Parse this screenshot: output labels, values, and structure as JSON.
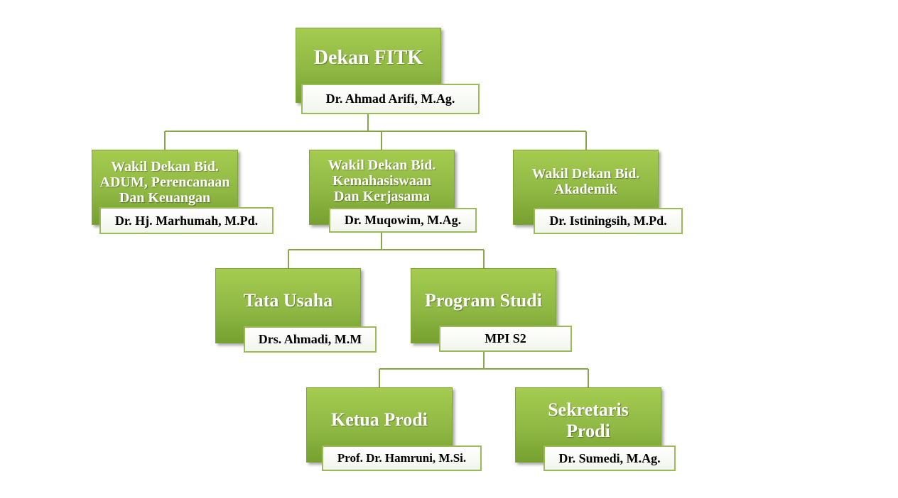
{
  "dekan": {
    "title": "Dekan FITK",
    "name": "Dr. Ahmad Arifi, M.Ag."
  },
  "wakil_adum": {
    "title_lines": [
      "Wakil Dekan Bid.",
      "ADUM, Perencanaan",
      "Dan Keuangan"
    ],
    "name": "Dr. Hj. Marhumah, M.Pd."
  },
  "wakil_kemahasiswaan": {
    "title_lines": [
      "Wakil Dekan Bid.",
      "Kemahasiswaan",
      "Dan Kerjasama"
    ],
    "name": "Dr.  Muqowim, M.Ag."
  },
  "wakil_akademik": {
    "title_lines": [
      "Wakil Dekan Bid.",
      "Akademik"
    ],
    "name": "Dr. Istiningsih, M.Pd."
  },
  "tata_usaha": {
    "title": "Tata Usaha",
    "name": "Drs. Ahmadi, M.M"
  },
  "program_studi": {
    "title": "Program Studi",
    "name": "MPI S2"
  },
  "ketua_prodi": {
    "title": "Ketua Prodi",
    "name": "Prof. Dr. Hamruni, M.Si."
  },
  "sekretaris_prodi": {
    "title_lines": [
      "Sekretaris",
      "Prodi"
    ],
    "name": "Dr. Sumedi, M.Ag."
  },
  "colors": {
    "box_green": "#9bbb59",
    "connector": "#8aa64a",
    "name_border": "#9bbb59"
  }
}
